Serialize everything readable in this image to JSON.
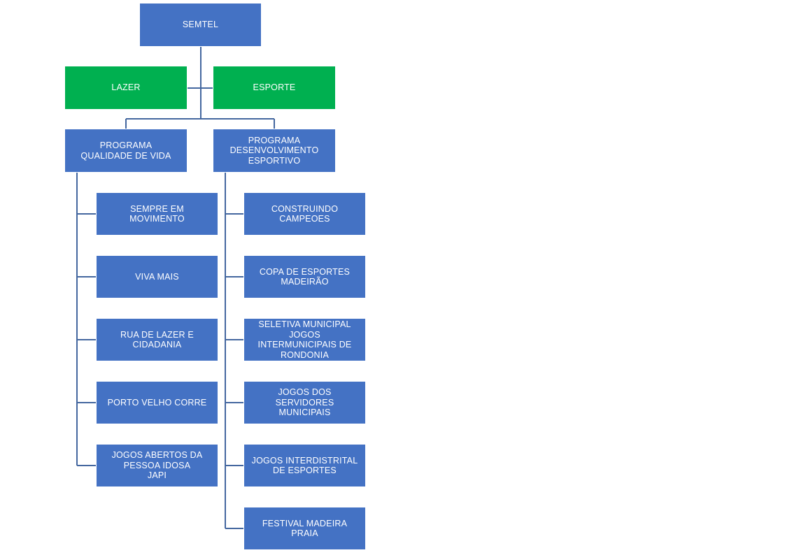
{
  "chart": {
    "root": {
      "label": "SEMTEL",
      "color": "#4472c4"
    },
    "assistants": [
      {
        "label": "LAZER",
        "color": "#00b050"
      },
      {
        "label": "ESPORTE",
        "color": "#00b050"
      }
    ],
    "programs": [
      {
        "label": "PROGRAMA\nQUALIDADE DE VIDA",
        "color": "#4472c4",
        "items": [
          "SEMPRE EM\nMOVIMENTO",
          "VIVA MAIS",
          "RUA  DE LAZER E\nCIDADANIA",
          "PORTO VELHO CORRE",
          "JOGOS ABERTOS DA\nPESSOA IDOSA\nJAPI"
        ]
      },
      {
        "label": "PROGRAMA\nDESENVOLVIMENTO\nESPORTIVO",
        "color": "#4472c4",
        "items": [
          "CONSTRUINDO\nCAMPEOES",
          "COPA DE ESPORTES\nMADEIRÃO",
          "SELETIVA MUNICIPAL\nJOGOS\nINTERMUNICIPAIS DE\nRONDONIA",
          "JOGOS DOS\nSERVIDORES\nMUNICIPAIS",
          "JOGOS INTERDISTRITAL\nDE ESPORTES",
          "FESTIVAL MADEIRA\nPRAIA"
        ]
      }
    ],
    "connector_color": "#44679f"
  }
}
